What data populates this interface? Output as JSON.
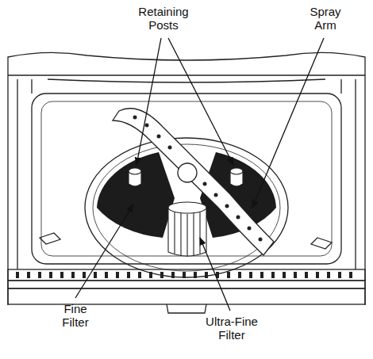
{
  "diagram": {
    "labels": [
      "Retaining Posts",
      "Spray Arm",
      "Fine Filter",
      "Ultra-Fine Filter"
    ]
  }
}
